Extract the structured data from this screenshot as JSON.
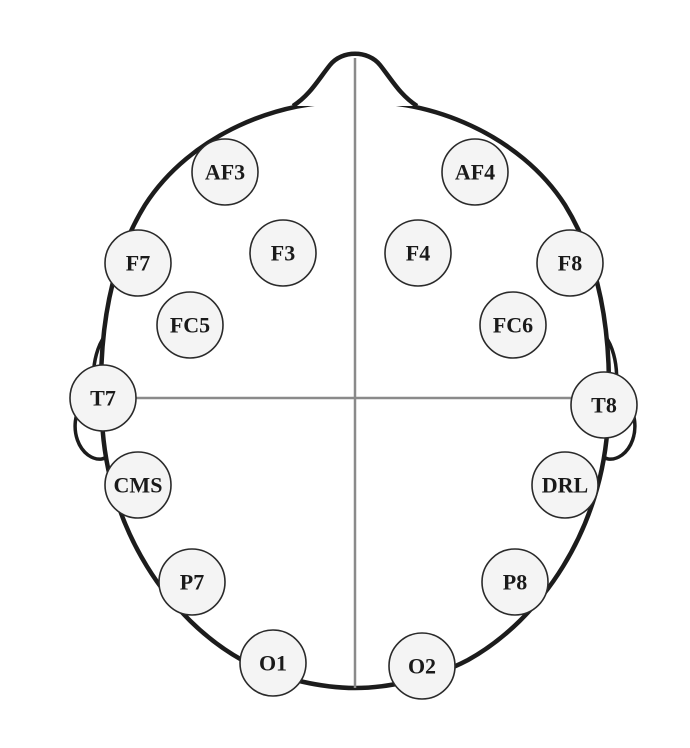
{
  "diagram": {
    "type": "eeg-electrode-placement",
    "colors": {
      "outline": "#1c1c1c",
      "midline": "#8a8a8a",
      "electrode_fill": "#f4f4f4",
      "label": "#1a1a1a"
    },
    "electrodes": [
      {
        "id": "af3",
        "label": "AF3"
      },
      {
        "id": "af4",
        "label": "AF4"
      },
      {
        "id": "f7",
        "label": "F7"
      },
      {
        "id": "f3",
        "label": "F3"
      },
      {
        "id": "f4",
        "label": "F4"
      },
      {
        "id": "f8",
        "label": "F8"
      },
      {
        "id": "fc5",
        "label": "FC5"
      },
      {
        "id": "fc6",
        "label": "FC6"
      },
      {
        "id": "t7",
        "label": "T7"
      },
      {
        "id": "t8",
        "label": "T8"
      },
      {
        "id": "cms",
        "label": "CMS"
      },
      {
        "id": "drl",
        "label": "DRL"
      },
      {
        "id": "p7",
        "label": "P7"
      },
      {
        "id": "p8",
        "label": "P8"
      },
      {
        "id": "o1",
        "label": "O1"
      },
      {
        "id": "o2",
        "label": "O2"
      }
    ]
  }
}
